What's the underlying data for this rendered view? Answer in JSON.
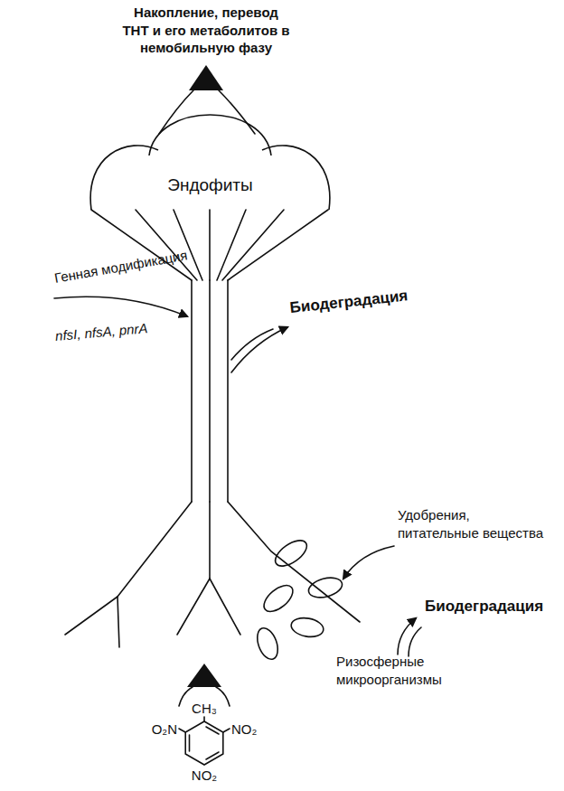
{
  "diagram": {
    "nodes": [
      {
        "text": [
          "Эндофиты"
        ]
      }
    ],
    "labels": [
      "Накопление, перевод ТНТ и его метаболитов в немобильную фазу",
      "Генная модификация",
      "nfsI, nfsA, pnrA",
      "Биодеградация",
      "Удобрения, питательные вещества",
      "Биодеградация",
      "Ризосферные микроорганизмы",
      "CH₃",
      "O₂N",
      "NO₂",
      "NO₂"
    ]
  }
}
